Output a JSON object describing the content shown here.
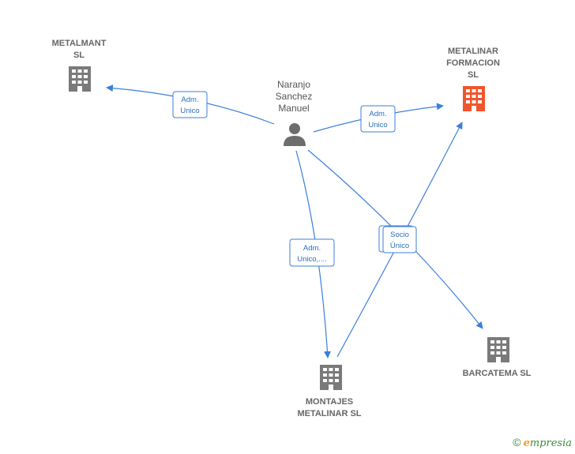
{
  "colors": {
    "edge": "#3b7fd9",
    "building": "#7a7a7a",
    "building_highlight": "#f2552c",
    "person": "#6d6d6d",
    "label": "#666666",
    "edge_label": "#2a6ebd",
    "footer": "#3f8a3f"
  },
  "nodes": {
    "metalmant": {
      "lines": [
        "METALMANT",
        "SL"
      ],
      "icon": "building-icon"
    },
    "metalinar_formacion": {
      "lines": [
        "METALINAR",
        "FORMACION",
        "SL"
      ],
      "icon": "building-icon",
      "highlighted": true
    },
    "person": {
      "lines": [
        "Naranjo",
        "Sanchez",
        "Manuel"
      ],
      "icon": "person-icon"
    },
    "montajes": {
      "lines": [
        "MONTAJES",
        "METALINAR SL"
      ],
      "icon": "building-icon"
    },
    "barcatema": {
      "lines": [
        "BARCATEMA SL"
      ],
      "icon": "building-icon"
    }
  },
  "edges": [
    {
      "from": "person",
      "to": "metalmant",
      "label_lines": [
        "Adm.",
        "Unico"
      ]
    },
    {
      "from": "person",
      "to": "metalinar_formacion",
      "label_lines": [
        "Adm.",
        "Unico"
      ]
    },
    {
      "from": "person",
      "to": "montajes",
      "label_lines": [
        "Adm.",
        "Unico,...."
      ]
    },
    {
      "from": "person",
      "to": "barcatema",
      "label_lines": [
        "Socio",
        "Único"
      ]
    },
    {
      "from": "montajes",
      "to": "metalinar_formacion",
      "label_lines": [
        "Socio",
        "Único"
      ]
    }
  ],
  "footer": {
    "copyright_symbol": "©",
    "brand_initial": "e",
    "brand_rest": "mpresia"
  }
}
